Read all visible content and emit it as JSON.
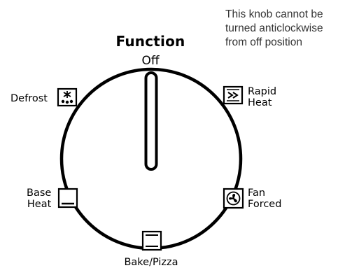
{
  "note": {
    "lines": [
      "This knob cannot be",
      "turned anticlockwise",
      "from off position"
    ]
  },
  "knob": {
    "title": "Function",
    "off_label": "Off"
  },
  "positions": {
    "defrost": {
      "label": "Defrost",
      "icon": "defrost-icon"
    },
    "rapid_heat": {
      "lines": [
        "Rapid",
        "Heat"
      ],
      "icon": "rapid-heat-icon"
    },
    "base_heat": {
      "lines": [
        "Base",
        "Heat"
      ],
      "icon": "base-heat-icon"
    },
    "fan_forced": {
      "lines": [
        "Fan",
        "Forced"
      ],
      "icon": "fan-forced-icon"
    },
    "bake_pizza": {
      "label": "Bake/Pizza",
      "icon": "bake-pizza-icon"
    }
  }
}
